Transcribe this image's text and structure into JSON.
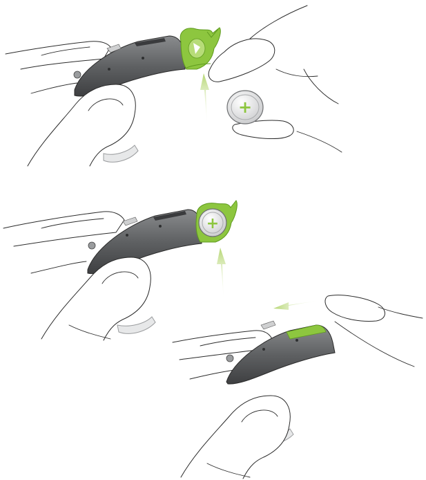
{
  "colors": {
    "device_body": "#5f6163",
    "device_dark": "#3a3b3d",
    "device_light": "#8d8f91",
    "accent_green": "#8dc63f",
    "accent_green_dark": "#5e9a1e",
    "arrow_green": "#c6df92",
    "battery_silver": "#e6e7e8",
    "outline": "#2a2a2a"
  },
  "steps": [
    {
      "icon": "battery-door-open-icon",
      "battery": "battery-outside",
      "arrow": "arrow-up"
    },
    {
      "icon": "battery-inserted-icon",
      "battery": "battery-in-door",
      "arrow": "arrow-up"
    },
    {
      "icon": "battery-door-closed-icon",
      "battery": "none",
      "arrow": "arrow-left"
    }
  ],
  "battery_symbol": "+"
}
